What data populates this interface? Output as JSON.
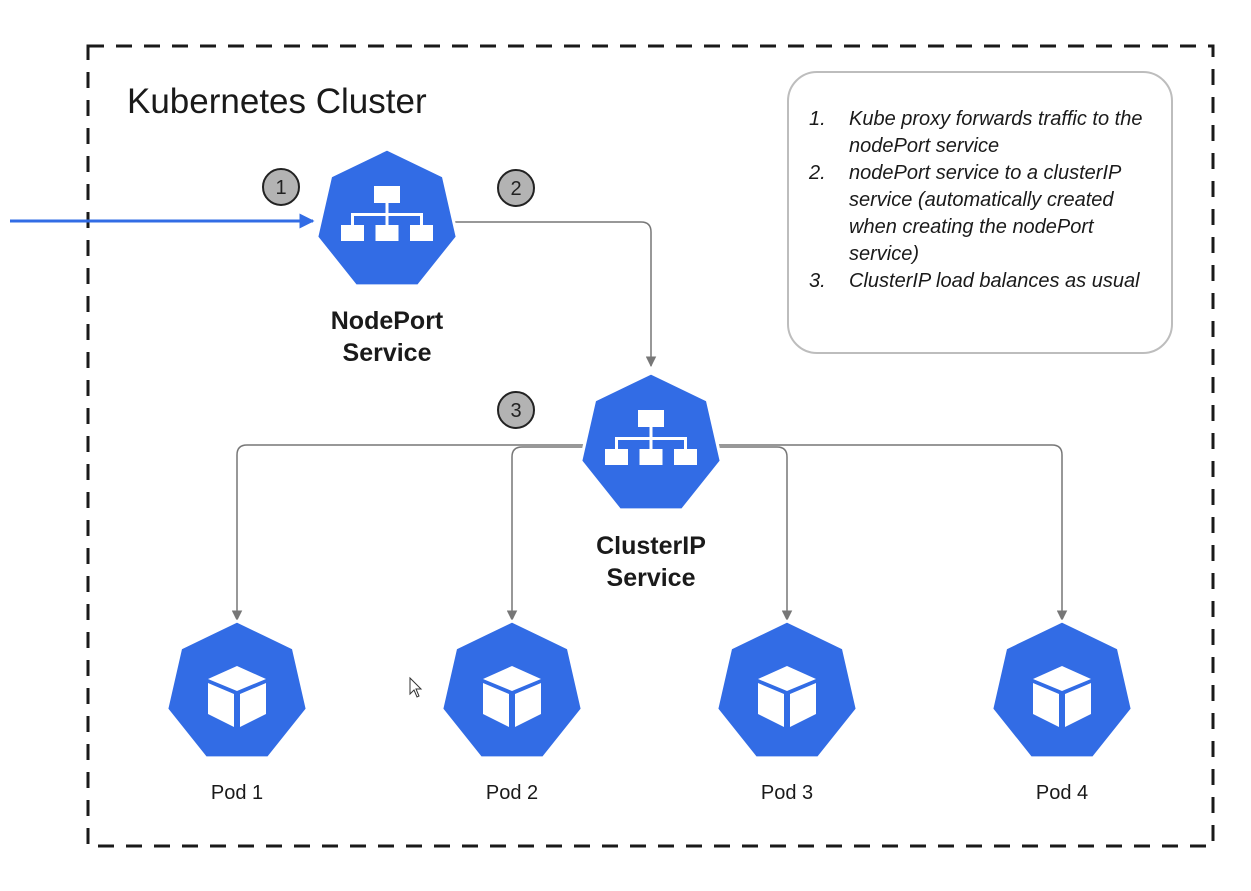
{
  "cluster": {
    "title": "Kubernetes Cluster"
  },
  "steps": [
    {
      "number": "1",
      "text": "Kube proxy forwards traffic to the nodePort service"
    },
    {
      "number": "2",
      "text": "nodePort service to a clusterIP service (automatically created when creating the nodePort service)"
    },
    {
      "number": "3",
      "text": "ClusterIP load balances as usual"
    }
  ],
  "notes_markers": [
    "1.",
    "2.",
    "3."
  ],
  "services": {
    "nodeport": {
      "line1": "NodePort",
      "line2": "Service"
    },
    "clusterip": {
      "line1": "ClusterIP",
      "line2": "Service"
    }
  },
  "pods": [
    {
      "label": "Pod 1"
    },
    {
      "label": "Pod 2"
    },
    {
      "label": "Pod 3"
    },
    {
      "label": "Pod 4"
    }
  ],
  "colors": {
    "k8s_blue": "#326ce5",
    "connector_gray": "#777777",
    "badge_gray": "#b3b3b3",
    "border_dark": "#1a1a1a"
  },
  "icons": {
    "service": "service-hierarchy-icon",
    "pod": "cube-icon"
  }
}
